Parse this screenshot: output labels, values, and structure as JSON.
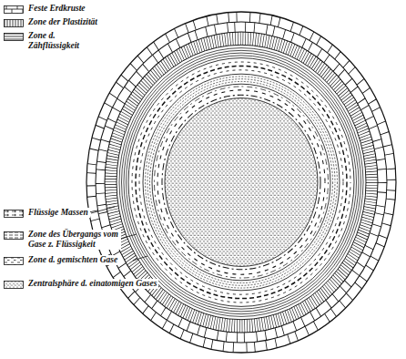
{
  "diagram": {
    "legend": [
      {
        "text": "Feste Erdkruste"
      },
      {
        "text": "Zone der Plastizität"
      },
      {
        "text": "Zone d. Zähflüssigkeit"
      },
      {
        "text": "Flüssige Massen"
      },
      {
        "text": "Zone des Übergangs vom Gase z. Flüssigkeit"
      },
      {
        "text": "Zone d. gemischten Gase"
      },
      {
        "text": "Zentralsphäre d. einatomigen Gases"
      }
    ]
  }
}
